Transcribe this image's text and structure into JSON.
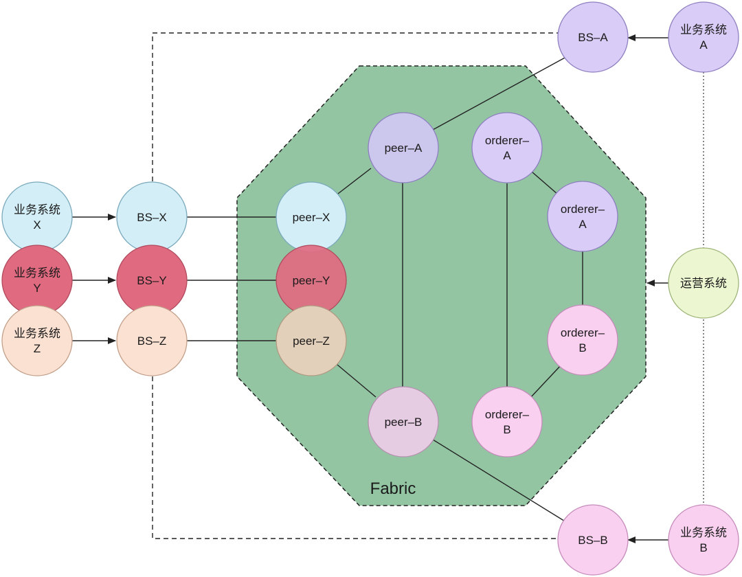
{
  "region": {
    "label": "Fabric",
    "fill": "#93c5a3",
    "stroke": "#222222"
  },
  "colors": {
    "lavender": "#d9ccf6",
    "peerA": "#ccc7ec",
    "lightblue": "#d3eef7",
    "red": "#e06a80",
    "peach": "#fbe1d2",
    "peerZ": "#e3d0ba",
    "pink": "#f9d0f0",
    "peerB": "#e6cce3",
    "green": "#ecf7d2",
    "edge": "#222222"
  },
  "nodes": [
    {
      "id": "bs-a",
      "lines": [
        "BS–A"
      ]
    },
    {
      "id": "biz-a",
      "lines": [
        "业务系统",
        "A"
      ]
    },
    {
      "id": "peer-a",
      "lines": [
        "peer–A"
      ]
    },
    {
      "id": "orderer-a1",
      "lines": [
        "orderer–",
        "A"
      ]
    },
    {
      "id": "orderer-a2",
      "lines": [
        "orderer–",
        "A"
      ]
    },
    {
      "id": "biz-x",
      "lines": [
        "业务系统",
        "X"
      ]
    },
    {
      "id": "bs-x",
      "lines": [
        "BS–X"
      ]
    },
    {
      "id": "peer-x",
      "lines": [
        "peer–X"
      ]
    },
    {
      "id": "biz-y",
      "lines": [
        "业务系统",
        "Y"
      ]
    },
    {
      "id": "bs-y",
      "lines": [
        "BS–Y"
      ]
    },
    {
      "id": "peer-y",
      "lines": [
        "peer–Y"
      ]
    },
    {
      "id": "ops",
      "lines": [
        "运营系统"
      ]
    },
    {
      "id": "biz-z",
      "lines": [
        "业务系统",
        "Z"
      ]
    },
    {
      "id": "bs-z",
      "lines": [
        "BS–Z"
      ]
    },
    {
      "id": "peer-z",
      "lines": [
        "peer–Z"
      ]
    },
    {
      "id": "orderer-b1",
      "lines": [
        "orderer–",
        "B"
      ]
    },
    {
      "id": "orderer-b2",
      "lines": [
        "orderer–",
        "B"
      ]
    },
    {
      "id": "peer-b",
      "lines": [
        "peer–B"
      ]
    },
    {
      "id": "bs-b",
      "lines": [
        "BS–B"
      ]
    },
    {
      "id": "biz-b",
      "lines": [
        "业务系统",
        "B"
      ]
    }
  ]
}
